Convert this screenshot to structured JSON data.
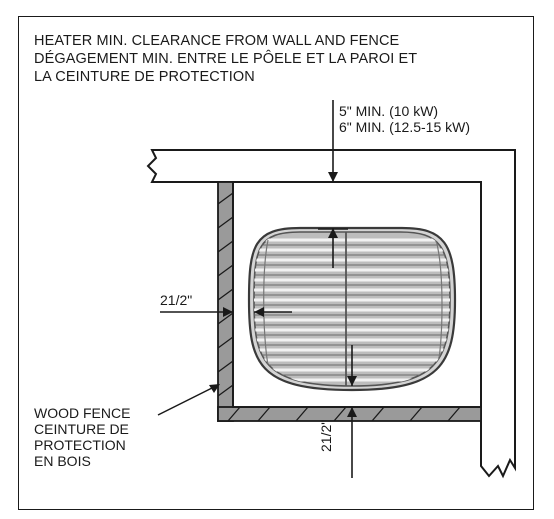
{
  "title": {
    "line1": "HEATER MIN. CLEARANCE FROM WALL AND FENCE",
    "line2": "DÉGAGEMENT MIN. ENTRE LE PÔELE ET LA PAROI ET",
    "line3": "LA CEINTURE DE PROTECTION"
  },
  "dimensions": {
    "top_line1": "5\" MIN. (10 kW)",
    "top_line2": "6\" MIN. (12.5-15 kW)",
    "left": "21/2\"",
    "bottom": "21/2\""
  },
  "fence_label": {
    "line1": "WOOD FENCE",
    "line2": "CEINTURE DE",
    "line3": "PROTECTION",
    "line4": "EN BOIS"
  },
  "colors": {
    "line": "#1a1a1a",
    "fence_fill": "#9a9a9a",
    "heater_fill": "#c8c8c8",
    "heater_stroke": "#555555"
  }
}
